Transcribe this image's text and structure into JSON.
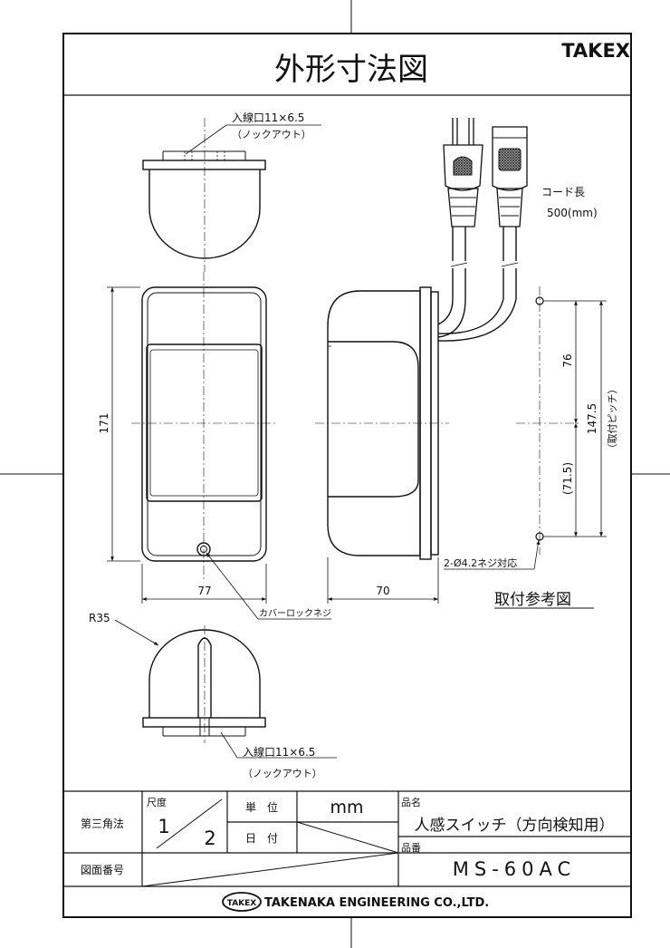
{
  "header": {
    "title": "外形寸法図",
    "brand": "TAKEX"
  },
  "callouts": {
    "top_entry": "入線口11×6.5",
    "top_knockout": "（ノックアウト）",
    "bottom_entry": "入線口11×6.5",
    "bottom_knockout": "（ノックアウト）",
    "cord_length_label": "コード長",
    "cord_length_value": "500(mm)",
    "cover_screw": "カバーロックネジ",
    "radius": "R35",
    "mount_hole": "2-Ø4.2ネジ対応",
    "mount_ref_title": "取付参考図"
  },
  "dimensions": {
    "height": "171",
    "width": "77",
    "depth": "70",
    "upper_pitch": "76",
    "lower_pitch": "(71.5)",
    "total_pitch": "147.5",
    "total_pitch_label": "（取付ピッチ）"
  },
  "title_block": {
    "projection": "第三角法",
    "scale_label": "尺度",
    "scale_num": "1",
    "scale_den": "2",
    "unit_label": "単　位",
    "unit_value": "mm",
    "date_label": "日　付",
    "product_name_label": "品名",
    "product_name": "人感スイッチ（方向検知用）",
    "drawing_number_label": "図面番号",
    "part_number_label": "品番",
    "part_number": "MS-60AC"
  },
  "footer": {
    "logo_text": "TAKEX",
    "company": "TAKENAKA ENGINEERING CO.,LTD."
  }
}
